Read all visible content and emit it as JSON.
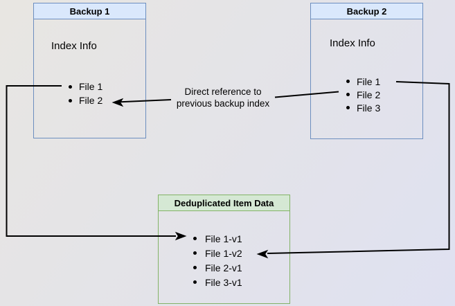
{
  "diagram": {
    "nodes": {
      "backup1": {
        "title": "Backup 1",
        "subtitle": "Index Info",
        "items": [
          "File 1",
          "File 2"
        ]
      },
      "backup2": {
        "title": "Backup 2",
        "subtitle": "Index Info",
        "items": [
          "File 1",
          "File 2",
          "File 3"
        ]
      },
      "dedup": {
        "title": "Deduplicated Item Data",
        "items": [
          "File 1-v1",
          "File 1-v2",
          "File 2-v1",
          "File 3-v1"
        ]
      }
    },
    "edge_label": {
      "line1": "Direct reference to",
      "line2": "previous backup index"
    },
    "colors": {
      "node_blue_fill": "#dae8fc",
      "node_blue_border": "#6c8ebf",
      "node_green_fill": "#d5e8d4",
      "node_green_border": "#82b366",
      "connector": "#000000"
    }
  }
}
